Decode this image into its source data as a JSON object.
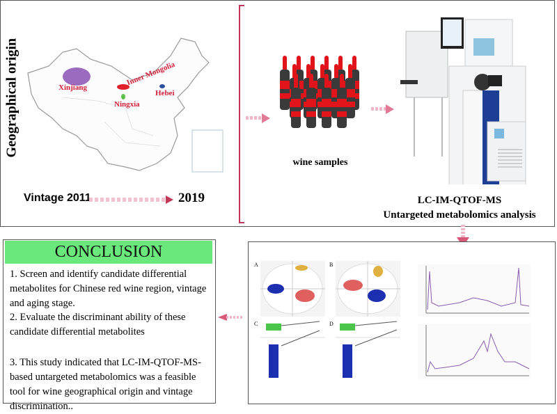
{
  "origin": {
    "title": "Geographical origin",
    "regions": [
      "Xinjiang",
      "Inner Mongolia",
      "Ningxia",
      "Hebei"
    ],
    "region_colors": {
      "Xinjiang": "#9b6bbf",
      "Inner Mongolia": "#e0202a",
      "Ningxia": "#5cc34a",
      "Hebei": "#2c4fa0"
    }
  },
  "vintage": {
    "label": "Vintage",
    "start": "2011",
    "end": "2019"
  },
  "samples": {
    "label": "wine samples"
  },
  "instrument": {
    "line1": "LC-IM-QTOF-MS",
    "line2": "Untargeted metabolomics analysis"
  },
  "results": {
    "panels": [
      "A",
      "B",
      "C",
      "D"
    ]
  },
  "conclusion": {
    "title": "CONCLUSION",
    "points": [
      "1. Screen  and identify candidate differential metabolites for Chinese red wine region, vintage and aging stage.",
      "2. Evaluate the discriminant ability of these candidate differential metabolites",
      "3. This study indicated that LC-IM-QTOF-MS-based untargeted metabolomics was a feasible tool for wine geographical origin and vintage discrimination.."
    ]
  },
  "colors": {
    "accent": "#d8587a",
    "header_green": "#6be87c",
    "bracket": "#c0385a"
  }
}
